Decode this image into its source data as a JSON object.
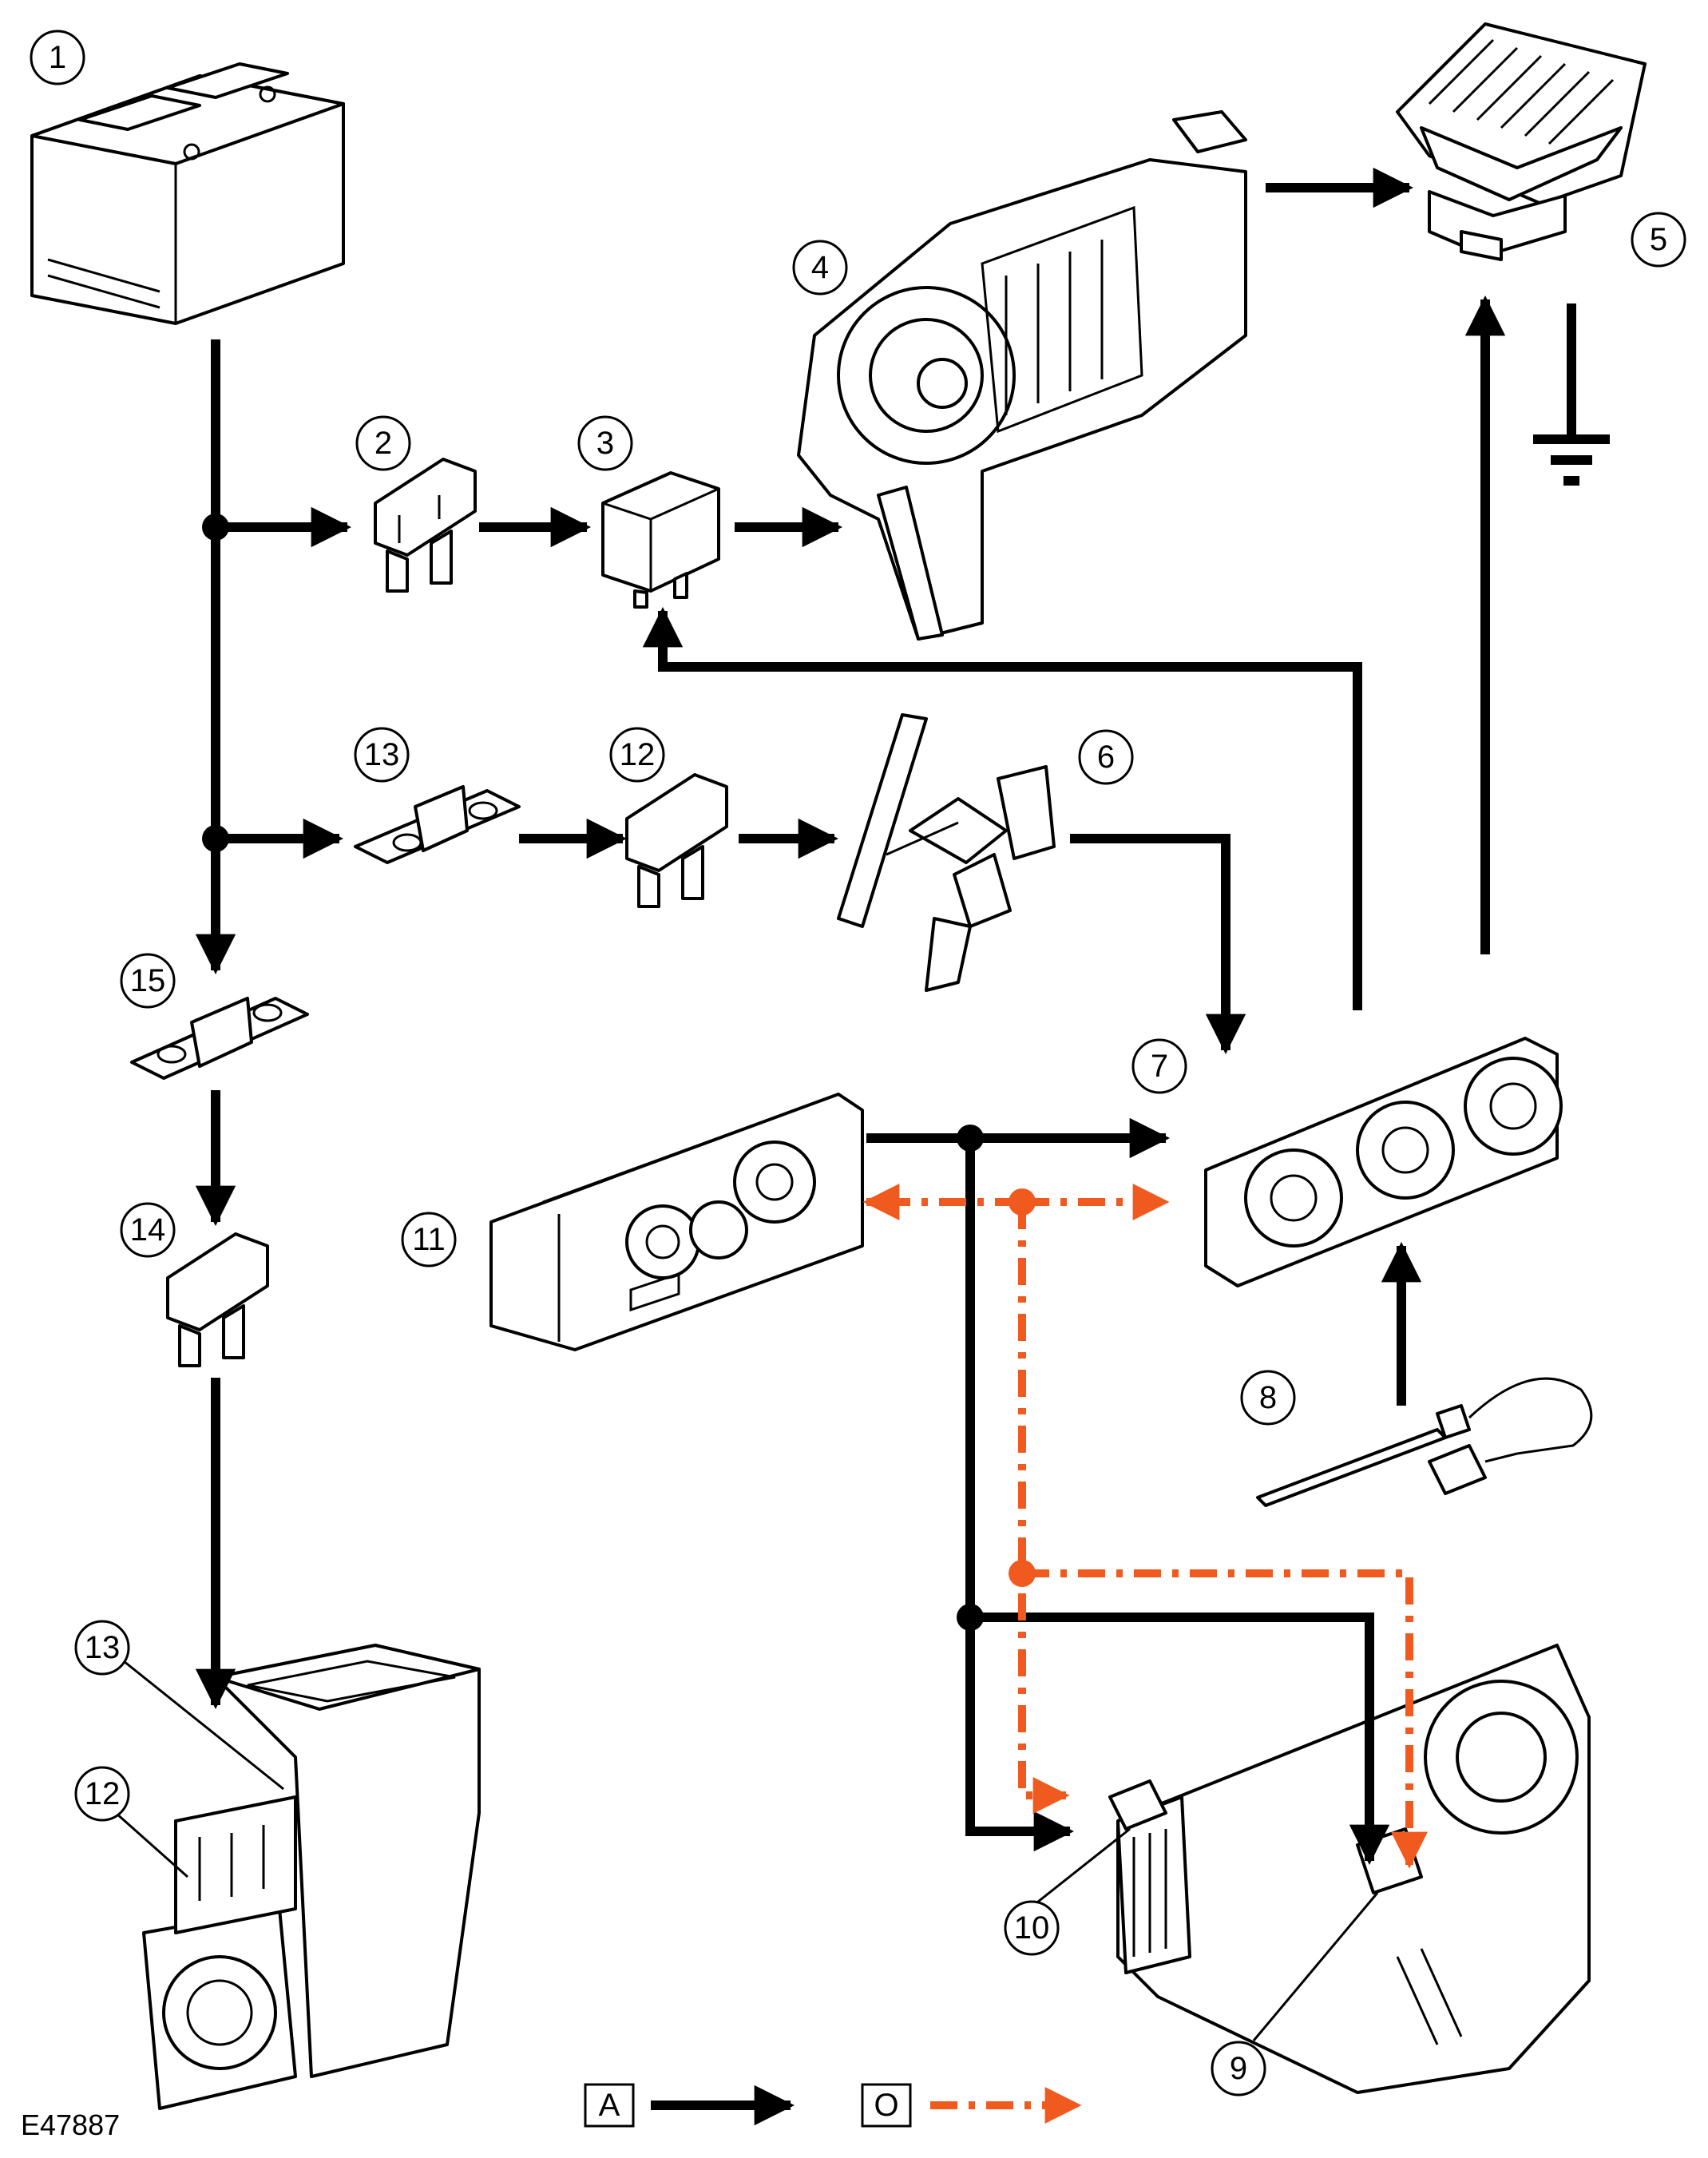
{
  "figure_id": "E47887",
  "legend": [
    {
      "key": "A",
      "line_style": "solid",
      "color": "#000000"
    },
    {
      "key": "O",
      "line_style": "dash-dot-dot",
      "color": "#f05a1e"
    }
  ],
  "callouts": [
    "1",
    "2",
    "3",
    "4",
    "5",
    "6",
    "7",
    "8",
    "9",
    "10",
    "11",
    "12",
    "13",
    "14",
    "15",
    "13",
    "12"
  ],
  "colors": {
    "line": "#000000",
    "accent": "#f05a1e",
    "background": "#ffffff"
  }
}
